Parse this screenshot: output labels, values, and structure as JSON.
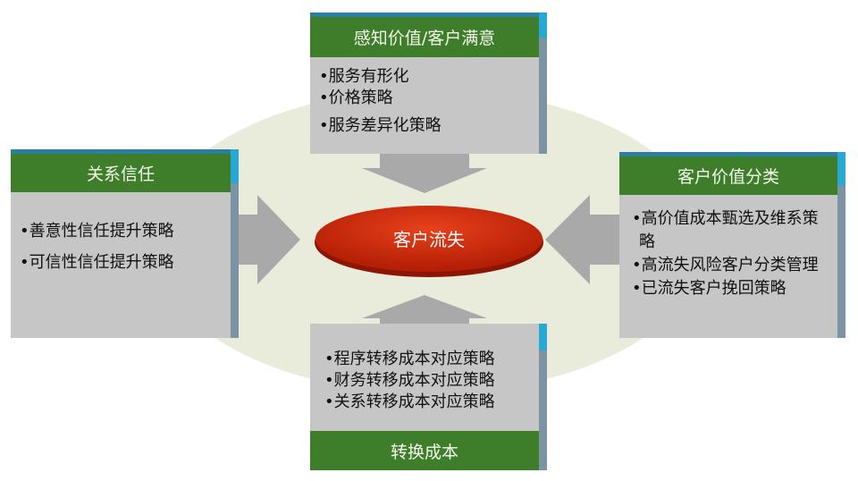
{
  "center": {
    "label": "客户流失"
  },
  "top": {
    "title": "感知价值/客户满意",
    "items": [
      "服务有形化",
      "价格策略",
      "服务差异化策略"
    ]
  },
  "left": {
    "title": "关系信任",
    "items": [
      "善意性信任提升策略",
      "可信性信任提升策略"
    ]
  },
  "right": {
    "title": "客户价值分类",
    "items": [
      "高价值成本甄选及维系策略",
      "高流失风险客户分类管理",
      "已流失客户挽回策略"
    ]
  },
  "bottom": {
    "title": "转换成本",
    "items": [
      "程序转移成本对应策略",
      "财务转移成本对应策略",
      "关系转移成本对应策略"
    ]
  },
  "colors": {
    "header": "#3e7d2a",
    "body": "#c6c6c6",
    "center": "#c8250a",
    "background_ellipse": "#e9ecdb"
  }
}
